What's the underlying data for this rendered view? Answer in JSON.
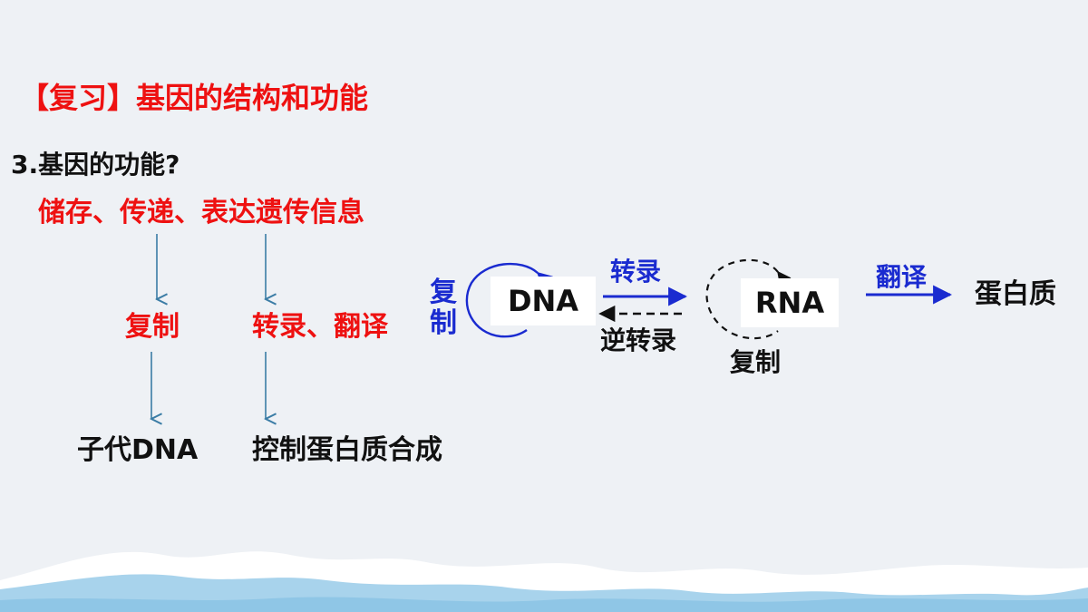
{
  "slide": {
    "title": "【复习】基因的结构和功能",
    "question": "3.基因的功能?",
    "functions": "储存、传递、表达遗传信息",
    "replication": "复制",
    "transcription_translation": "转录、翻译",
    "daughter_dna": "子代DNA",
    "control_protein": "控制蛋白质合成"
  },
  "central_dogma": {
    "dna": "DNA",
    "rna": "RNA",
    "dna_replication": "复制",
    "transcription": "转录",
    "reverse_transcription": "逆转录",
    "rna_replication": "复制",
    "translation": "翻译",
    "protein": "蛋白质"
  },
  "colors": {
    "title_red": "#ee1111",
    "arrow_blue": "#1a2bd0",
    "guide_arrow": "#3a7ca5",
    "background": "#eef1f5",
    "sea": "#8fc6e6"
  }
}
